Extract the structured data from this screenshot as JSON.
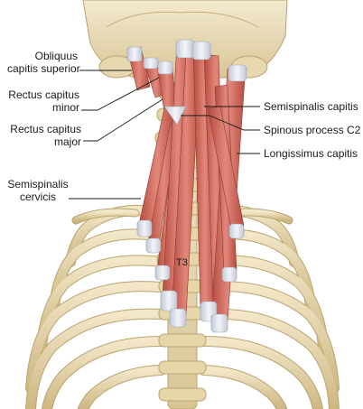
{
  "figure": {
    "labels": {
      "obliquus_capitis_superior": [
        "Obliquus",
        "capitis superior"
      ],
      "rectus_capitus_minor": [
        "Rectus capitus",
        "minor"
      ],
      "rectus_capitus_major": [
        "Rectus capitus",
        "major"
      ],
      "semispinalis_cervicis": [
        "Semispinalis",
        "cervicis"
      ],
      "semispinalis_capitis": "Semispinalis capitis",
      "spinous_process_c2": "Spinous process C2",
      "longissimus_capitis": "Longissimus capitis",
      "vertebra_t3": "T3"
    },
    "colors": {
      "bone": "#ece0c0",
      "bone_shadow": "#c9b584",
      "muscle": "#c55a4e",
      "muscle_light": "#e08b7e",
      "tendon": "#d8dde8",
      "leader_line": "#1a1a1a"
    }
  }
}
